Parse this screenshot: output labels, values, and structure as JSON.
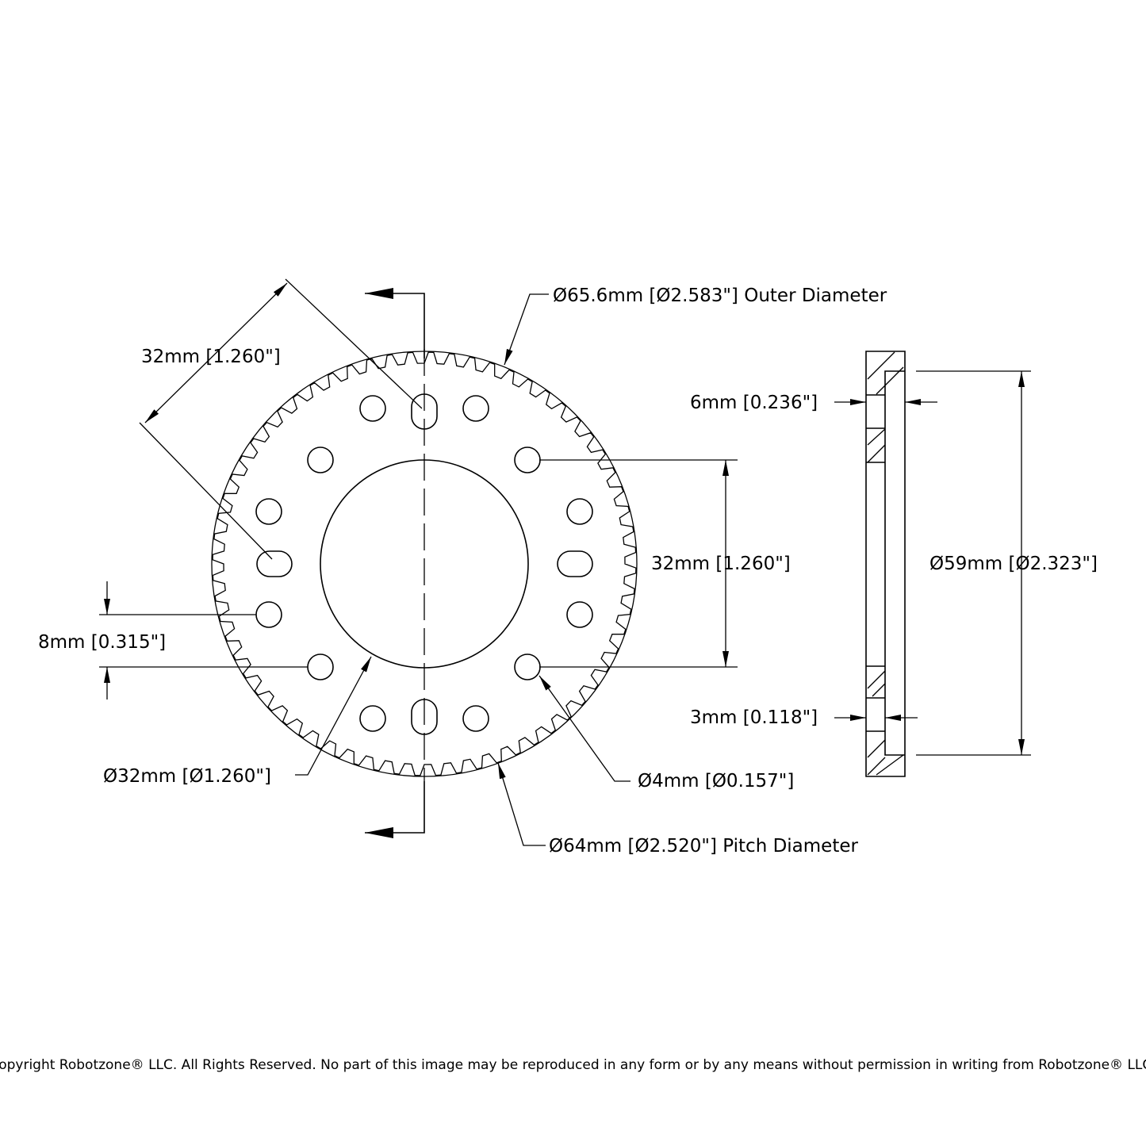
{
  "dimensions": {
    "outer_diameter": "Ø65.6mm [Ø2.583\"] Outer Diameter",
    "diagonal_spacing": "32mm [1.260\"]",
    "vertical_spacing": "32mm [1.260\"]",
    "hole_offset": "8mm [0.315\"]",
    "bore_diameter": "Ø32mm [Ø1.260\"]",
    "hole_diameter": "Ø4mm [Ø0.157\"]",
    "pitch_diameter": "Ø64mm [Ø2.520\"] Pitch Diameter",
    "thickness": "6mm [0.236\"]",
    "hub_step": "3mm [0.118\"]",
    "hub_diameter": "Ø59mm [Ø2.323\"]"
  },
  "gear": {
    "teeth": 64
  },
  "footer": {
    "copyright": "Copyright Robotzone® LLC.  All Rights Reserved. No part of this image may be reproduced in any form or by any means without permission in writing from Robotzone® LLC."
  }
}
